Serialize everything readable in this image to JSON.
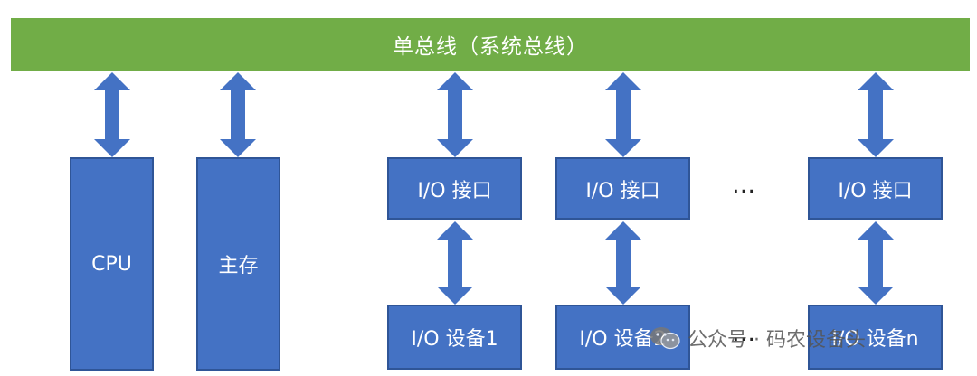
{
  "bus": {
    "label": "单总线（系统总线）"
  },
  "components": {
    "cpu": "CPU",
    "memory": "主存"
  },
  "io_interfaces": [
    "I/O 接口",
    "I/O 接口",
    "I/O 接口"
  ],
  "io_devices": [
    "I/O 设备1",
    "I/O 设备2",
    "I/O 设备n"
  ],
  "ellipsis": "…",
  "watermark": {
    "text": "公众号 · 码农设备头",
    "icon": "wechat-icon"
  },
  "colors": {
    "bus": "#71ad47",
    "box": "#4472c4",
    "box_border": "#2f5597"
  }
}
